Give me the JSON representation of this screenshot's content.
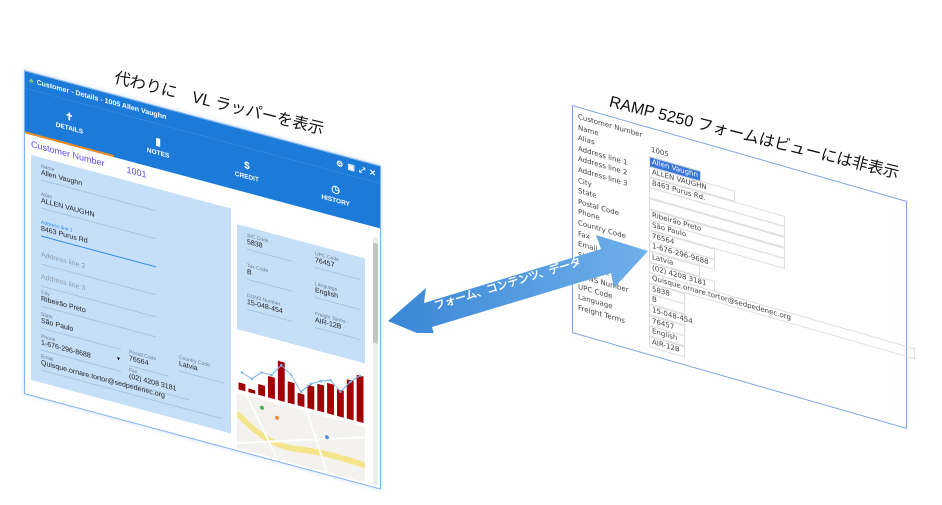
{
  "captions": {
    "left": "代わりに　VL ラッパーを表示",
    "right": "RAMP 5250 フォームはビューには非表示",
    "arrow": "フォーム、コンテンツ、データ"
  },
  "vl": {
    "title": "Customer - Details - 1005 Allen Vaughn",
    "tabs": [
      {
        "label": "DETAILS",
        "icon": "person-icon"
      },
      {
        "label": "NOTES",
        "icon": "notes-icon"
      },
      {
        "label": "CREDIT",
        "icon": "dollar-icon"
      },
      {
        "label": "HISTORY",
        "icon": "clock-icon"
      }
    ],
    "customer_number_label": "Customer Number",
    "customer_number": "1001",
    "fields": {
      "name": {
        "label": "Name",
        "value": "Allen Vaughn"
      },
      "alias": {
        "label": "Alias",
        "value": "ALLEN VAUGHN"
      },
      "addr1": {
        "label": "Address line 1",
        "value": "8463 Purus Rd"
      },
      "addr2": {
        "placeholder": "Address line 2"
      },
      "addr3": {
        "placeholder": "Address line 3"
      },
      "city": {
        "label": "City",
        "value": "Ribeirão Preto"
      },
      "state": {
        "label": "State",
        "value": "São Paulo"
      },
      "phone": {
        "label": "Phone",
        "value": "1-676-296-8688"
      },
      "postal": {
        "label": "Postal Code",
        "value": "76564"
      },
      "country": {
        "label": "Country Code",
        "value": "Latvia"
      },
      "fax": {
        "label": "Fax",
        "value": "(02) 4208 3181"
      },
      "email": {
        "label": "Email",
        "value": "Quisque.ornare.tortor@sedpedenec.org"
      },
      "sic": {
        "label": "SIC Code",
        "value": "5838"
      },
      "upc": {
        "label": "UPC Code",
        "value": "76457"
      },
      "tax": {
        "label": "Tax Code",
        "value": "B"
      },
      "language": {
        "label": "Language",
        "value": "English"
      },
      "duns": {
        "label": "DUNS Number",
        "value": "15-048-454"
      },
      "freight": {
        "label": "Freight Terms",
        "value": "AIR-12B"
      }
    }
  },
  "chart_data": {
    "type": "bar",
    "bars": [
      4,
      2,
      6,
      12,
      22,
      12,
      7,
      13,
      15,
      17,
      15,
      22,
      26
    ],
    "line": [
      10,
      8,
      13,
      13,
      20,
      16,
      8,
      14,
      17,
      19,
      14,
      21,
      26
    ],
    "colors": {
      "bar": "#a00000",
      "line": "#7fb6ee"
    }
  },
  "ramp": {
    "labels": [
      "Customer Number",
      "Name",
      "Alias",
      "Address line 1",
      "Address line 2",
      "Address line 3",
      "City",
      "State",
      "Postal Code",
      "Phone",
      "Country Code",
      "Fax",
      "Email",
      "SIC Code",
      "Tax Code",
      "DUNS Number",
      "UPC Code",
      "Language",
      "Freight Terms"
    ],
    "values": [
      "1005",
      "Allen Vaughn",
      "ALLEN VAUGHN",
      "8463 Purus Rd.",
      "",
      "",
      "Ribeirão Preto",
      "São Paulo",
      "76564",
      "1-676-296-9688",
      "Latvia",
      "(02) 4208 3181",
      "Quisque.ornare.tortor@sedpedenec.org",
      "5838",
      "B",
      "15-048-454",
      "76457",
      "English",
      "AIR-12B"
    ]
  }
}
